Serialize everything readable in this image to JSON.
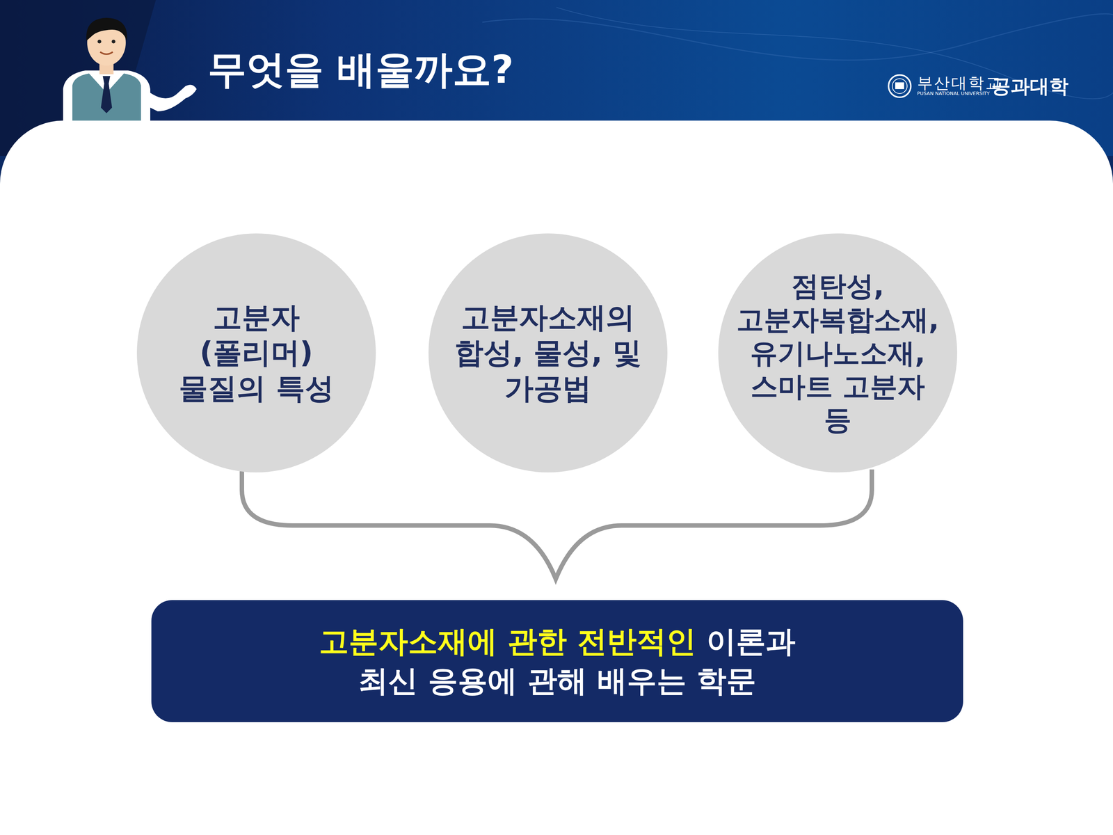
{
  "diagram": {
    "title": "무엇을 배울까요?",
    "nodes": [
      {
        "text": [
          "고분자 (폴리머) 물질의 특성"
        ]
      },
      {
        "text": [
          "고분자소재의 합성, 물성, 및 가공법"
        ]
      },
      {
        "text": [
          "점탄성, 고분자복합소재, 유기나노소재, 스마트 고분자 등"
        ]
      },
      {
        "text": [
          "고분자소재에 관한 전반적인",
          "이론과",
          "최신 응용에 관해 배우는 학문"
        ]
      }
    ],
    "labels": [
      "부산대학교",
      "PUSAN NATIONAL UNIVERSITY",
      "공과대학"
    ]
  }
}
